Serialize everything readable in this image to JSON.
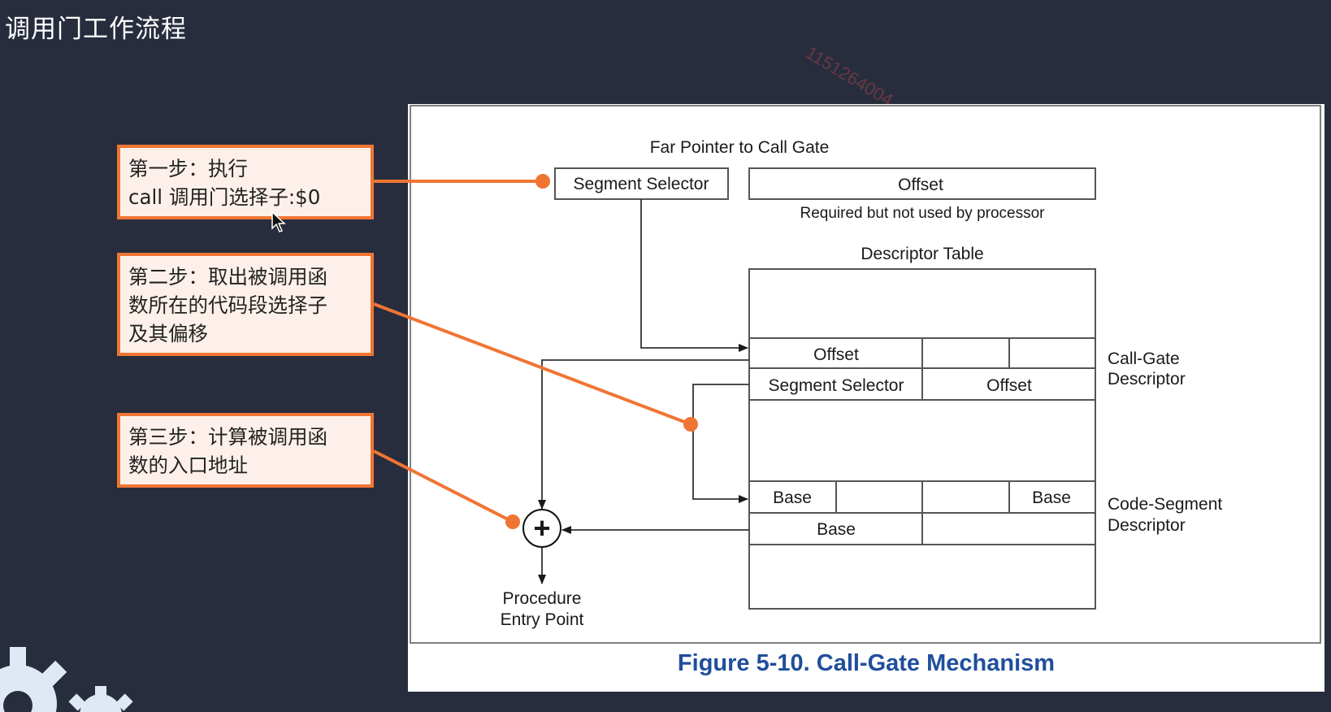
{
  "page": {
    "title": "调用门工作流程",
    "watermark": "1151264004"
  },
  "steps": [
    {
      "line1": "第一步：执行",
      "line2": "call 调用门选择子:$0",
      "line3": ""
    },
    {
      "line1": "第二步：取出被调用函",
      "line2": "数所在的代码段选择子",
      "line3": "及其偏移"
    },
    {
      "line1": "第三步：计算被调用函",
      "line2": "数的入口地址",
      "line3": ""
    }
  ],
  "figure": {
    "caption": "Figure 5-10.  Call-Gate Mechanism",
    "far_pointer_title": "Far Pointer to Call Gate",
    "far_pointer_selector": "Segment Selector",
    "far_pointer_offset": "Offset",
    "offset_note": "Required but not used by processor",
    "descriptor_table_title": "Descriptor Table",
    "call_gate": {
      "offset_label": "Offset",
      "selector_label": "Segment Selector",
      "offset2_label": "Offset",
      "side_label_1": "Call-Gate",
      "side_label_2": "Descriptor"
    },
    "code_segment": {
      "base_left": "Base",
      "base_right": "Base",
      "base_bottom": "Base",
      "side_label_1": "Code-Segment",
      "side_label_2": "Descriptor"
    },
    "entry_point_1": "Procedure",
    "entry_point_2": "Entry Point",
    "adder_symbol": "+"
  },
  "colors": {
    "background": "#272d3d",
    "accent": "#f07533",
    "step_fill": "#fdf0ea",
    "caption": "#1f4e9c",
    "gear": "#dfe9f5"
  }
}
